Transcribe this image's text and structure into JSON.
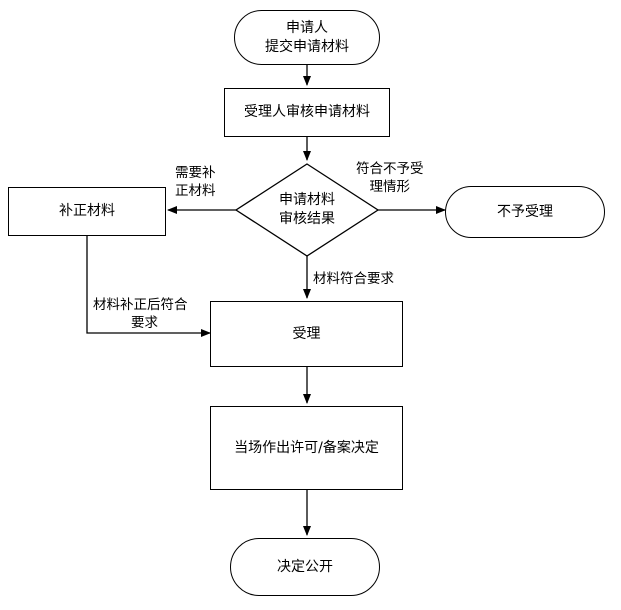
{
  "nodes": {
    "start": [
      "申请人",
      "提交申请材料"
    ],
    "review": "受理人审核申请材料",
    "decision": [
      "申请材料",
      "审核结果"
    ],
    "supplement": "补正材料",
    "reject": "不予受理",
    "accept": "受理",
    "decide": "当场作出许可/备案决定",
    "publish": "决定公开"
  },
  "edge_labels": {
    "need_supplement": [
      "需要补",
      "正材料"
    ],
    "not_accepted": [
      "符合不予受",
      "理情形"
    ],
    "meets_requirements": "材料符合要求",
    "after_supplement": [
      "材料补正后符合",
      "要求"
    ]
  }
}
